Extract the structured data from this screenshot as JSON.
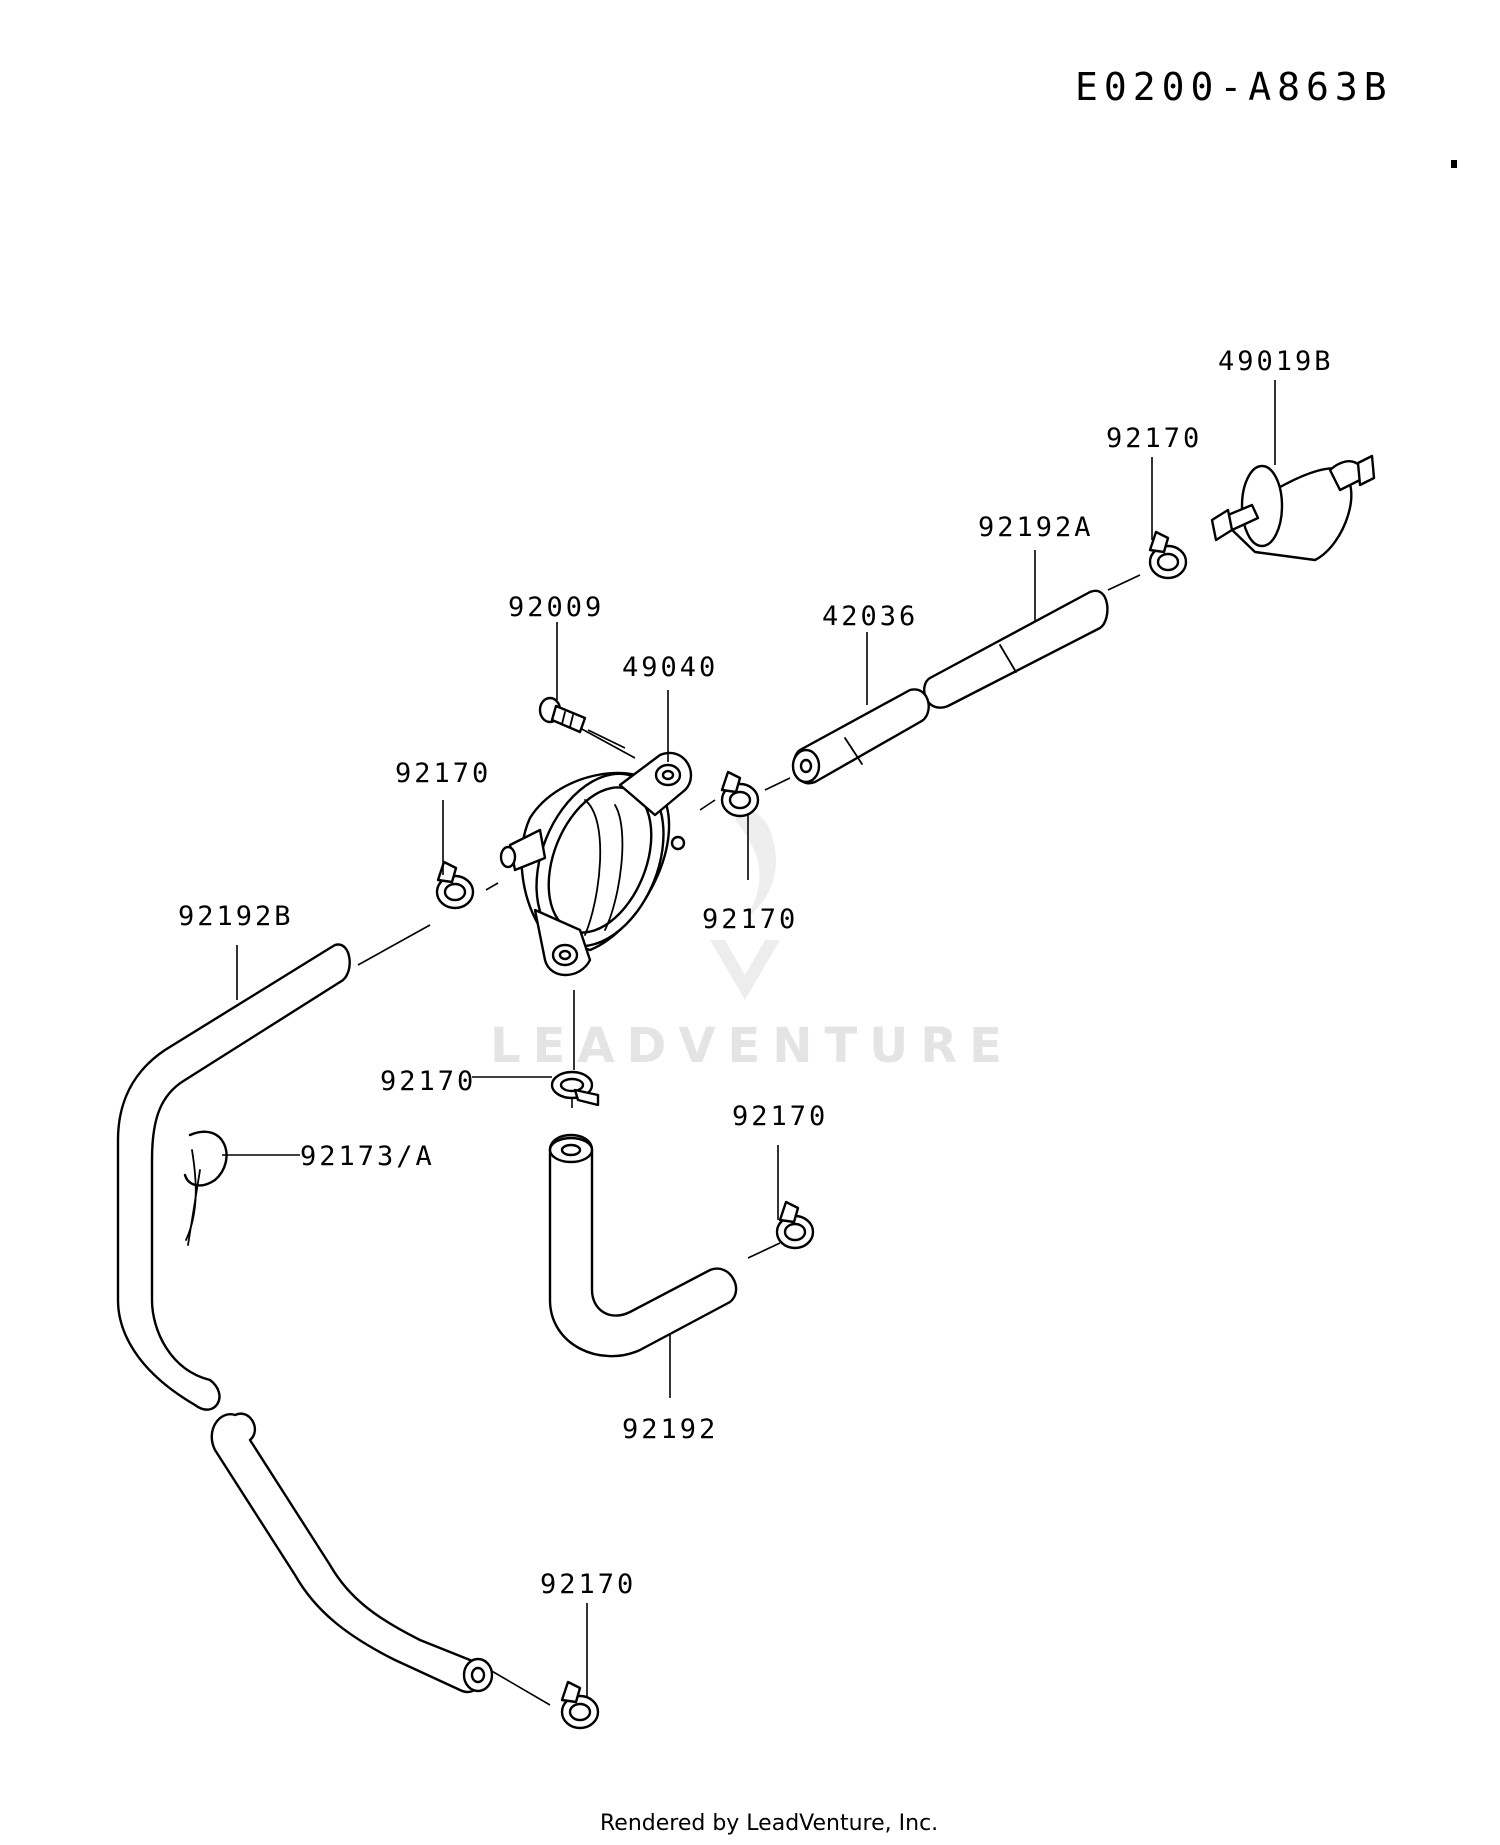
{
  "reference_code": "E0200-A863B",
  "watermark": "LEADVENTURE",
  "footer": "Rendered by LeadVenture, Inc.",
  "callouts": {
    "filter": "49019B",
    "clamp_top_right": "92170",
    "hose_a": "92192A",
    "pipe": "42036",
    "bolt": "92009",
    "pump": "49040",
    "clamp_pump_left": "92170",
    "clamp_pump_right": "92170",
    "hose_b": "92192B",
    "clamp_pump_bottom": "92170",
    "hose_clip": "92173/A",
    "clamp_elbow": "92170",
    "hose_elbow": "92192",
    "clamp_bottom": "92170"
  }
}
